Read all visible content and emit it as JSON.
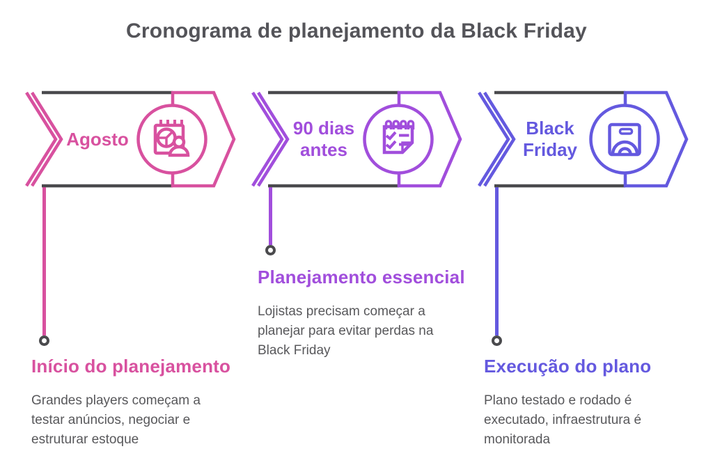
{
  "title": "Cronograma de planejamento da Black Friday",
  "colors": {
    "pink": "#D8519F",
    "purple": "#A14EDC",
    "blue": "#6459DF",
    "band_gray": "#4A4A4D",
    "title_gray": "#545459",
    "body_gray": "#58585B",
    "background": "#FFFFFF"
  },
  "milestones": [
    {
      "label": "Agosto",
      "icon": "calendar-analytics-person-icon",
      "accent": "#D8519F",
      "heading": "Início do planejamento",
      "description": "Grandes players começam a\ntestar anúncios, negociar e\nestruturar estoque"
    },
    {
      "label": "90 dias\nantes",
      "icon": "checklist-notepad-icon",
      "accent": "#A14EDC",
      "heading": "Planejamento essencial",
      "description": "Lojistas precisam começar a\nplanejar para evitar perdas na\nBlack Friday"
    },
    {
      "label": "Black\nFriday",
      "icon": "weight-scale-icon",
      "accent": "#6459DF",
      "heading": "Execução do plano",
      "description": "Plano testado e rodado é\nexecutado, infraestrutura é\nmonitorada"
    }
  ]
}
